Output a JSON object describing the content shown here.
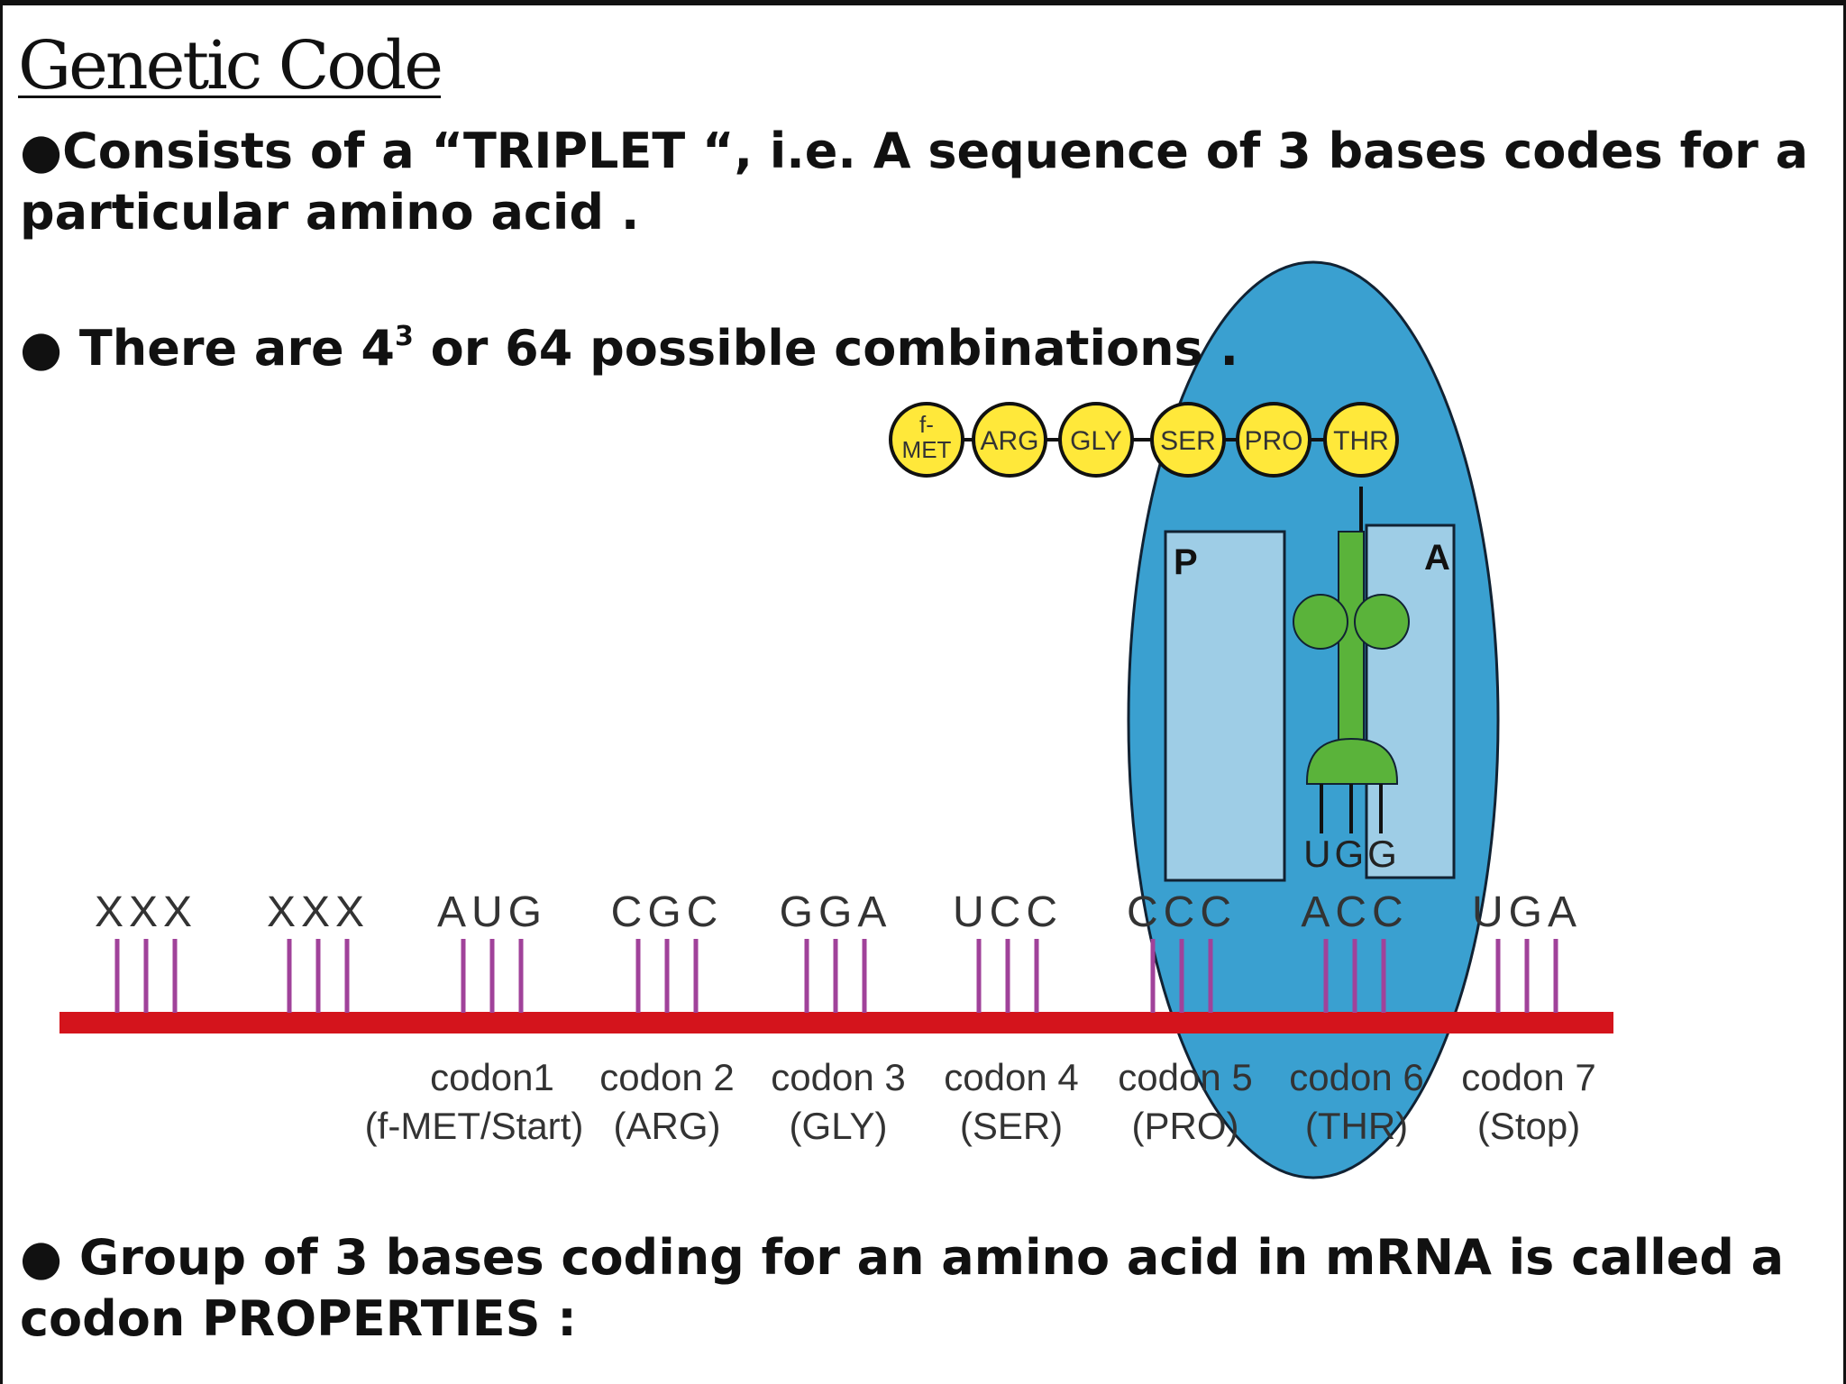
{
  "title": "Genetic Code",
  "bullets": {
    "b1": "●Consists of a “TRIPLET “, i.e. A sequence of 3 bases codes for a particular amino acid .",
    "b2_pre": "● There are 4",
    "b2_sup": "3",
    "b2_post": " or 64 possible combinations .",
    "b3": " ● Group of 3 bases coding for an amino acid in mRNA is called a codon PROPERTIES :"
  },
  "diagram": {
    "amino_acids": [
      "f-\nMET",
      "ARG",
      "GLY",
      "SER",
      "PRO",
      "THR"
    ],
    "site_p": "P",
    "site_a": "A",
    "anticodon": "UGG",
    "triplets": [
      "XXX",
      "XXX",
      "AUG",
      "CGC",
      "GGA",
      "UCC",
      "CCC",
      "ACC",
      "UGA"
    ],
    "codon_labels": [
      {
        "line1": "codon1",
        "line2": "(f-MET/Start)"
      },
      {
        "line1": "codon 2",
        "line2": "(ARG)"
      },
      {
        "line1": "codon 3",
        "line2": "(GLY)"
      },
      {
        "line1": "codon 4",
        "line2": "(SER)"
      },
      {
        "line1": "codon 5",
        "line2": "(PRO)"
      },
      {
        "line1": "codon 6",
        "line2": "(THR)"
      },
      {
        "line1": "codon 7",
        "line2": "(Stop)"
      }
    ],
    "colors": {
      "ribosome": "#3aa0d0",
      "site": "#9ecde6",
      "mrna": "#d4141c",
      "base_line": "#a0429a",
      "amino": "#ffe83a",
      "trna": "#5ab33a"
    }
  }
}
